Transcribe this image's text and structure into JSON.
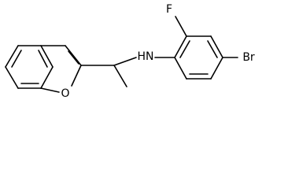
{
  "diagram": {
    "type": "chemical-structure",
    "atom_labels": {
      "fluorine": "F",
      "amine": "HN",
      "bromine": "Br",
      "oxygen": "O"
    },
    "colors": {
      "bond": "#000000",
      "label": "#000000",
      "background": "#ffffff"
    }
  }
}
